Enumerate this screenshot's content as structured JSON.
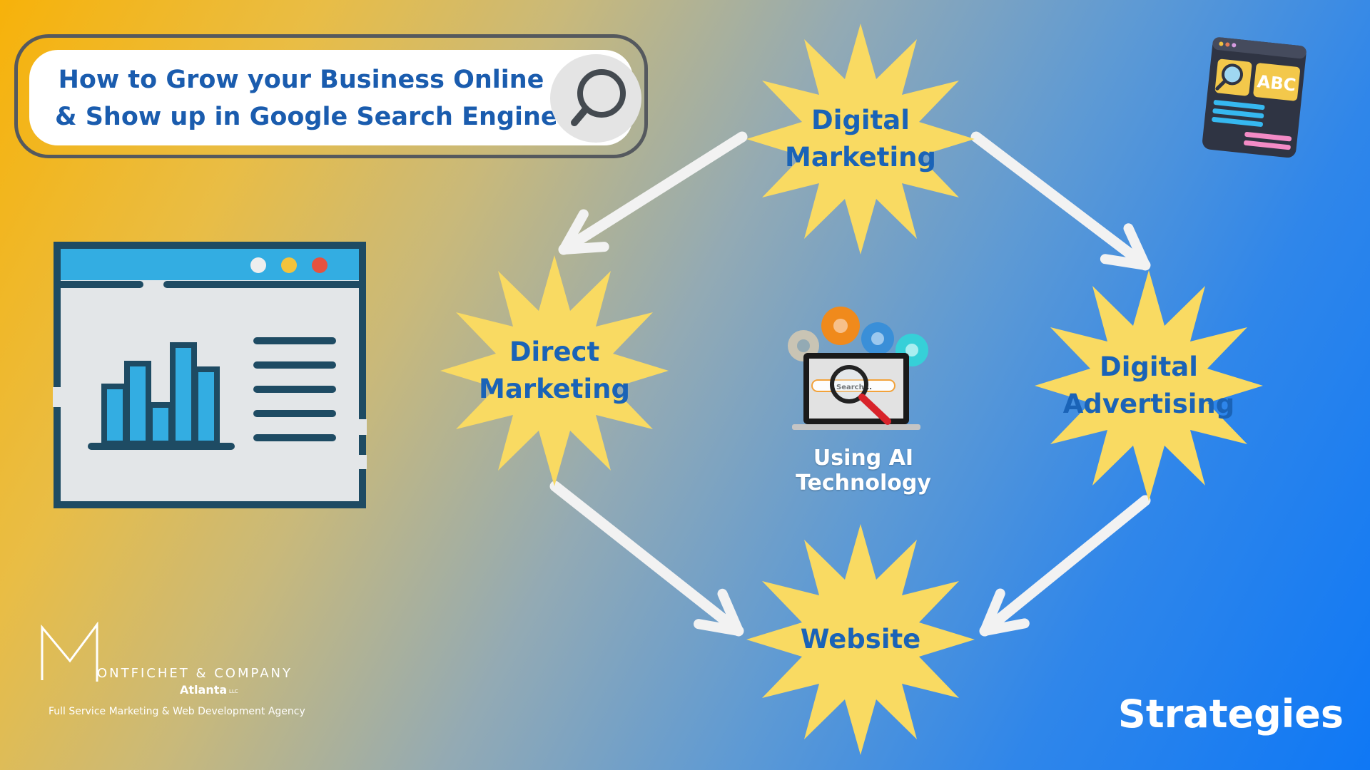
{
  "header": {
    "title_line1": "How to Grow your Business Online",
    "title_line2": "& Show up in Google Search Engines",
    "search_icon": "magnifier-icon"
  },
  "diagram": {
    "nodes": [
      {
        "id": "digital-marketing",
        "line1": "Digital",
        "line2": "Marketing"
      },
      {
        "id": "direct-marketing",
        "line1": "Direct",
        "line2": "Marketing"
      },
      {
        "id": "digital-advertising",
        "line1": "Digital",
        "line2": "Advertising"
      },
      {
        "id": "website",
        "line1": "Website",
        "line2": ""
      }
    ],
    "edges": [
      {
        "from": "digital-marketing",
        "to": "direct-marketing"
      },
      {
        "from": "digital-marketing",
        "to": "digital-advertising"
      },
      {
        "from": "direct-marketing",
        "to": "website"
      },
      {
        "from": "digital-advertising",
        "to": "website"
      }
    ],
    "center_caption": "Using AI Technology",
    "center_search_text": "Search..."
  },
  "footer": {
    "strategies": "Strategies",
    "logo_name": "ONTFICHET & COMPANY",
    "logo_city": "Atlanta",
    "logo_llc": "LLC",
    "logo_tagline": "Full Service Marketing & Web Development Agency"
  },
  "icons": {
    "browser_chart": "browser-analytics-icon",
    "seo_card": "seo-card-icon",
    "ai_laptop": "laptop-search-gears-icon"
  },
  "colors": {
    "star_fill": "#f9da62",
    "label_blue": "#1a63b7",
    "arrow": "#f2f2f2"
  }
}
